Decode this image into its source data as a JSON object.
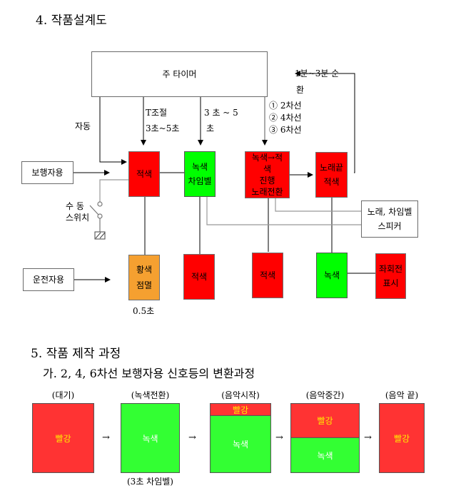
{
  "section4": {
    "title": "4. 작품설계도"
  },
  "diagram": {
    "main_timer": "주 타이머",
    "loop_label_1": "1분~3분 순",
    "loop_label_2": "환",
    "auto_label": "자동",
    "t_adjust_1": "T조절",
    "t_adjust_2": "3초~5초",
    "sec_label_1": "3 초 ~ 5",
    "sec_label_2": "초",
    "lanes": [
      "① 2차선",
      "② 4차선",
      "③ 6차선"
    ],
    "pedestrian": "보행자용",
    "driver": "운전자용",
    "manual_switch_1": "수 동",
    "manual_switch_2": "스위치",
    "red_box": "적색",
    "green_chime_1": "녹색",
    "green_chime_2": "차임벨",
    "transition_1": "녹색→적",
    "transition_2": "색",
    "transition_3": "진행",
    "transition_4": "노래전환",
    "song_end_1": "노래끝",
    "song_end_2": "적색",
    "speaker_1": "노래, 차임벨",
    "speaker_2": "스피커",
    "yellow_1": "황색",
    "yellow_2": "점멸",
    "yellow_time": "0.5초",
    "red_bottom_1": "적색",
    "red_bottom_2": "적색",
    "green_bottom": "녹색",
    "left_turn_1": "좌회전",
    "left_turn_2": "표시"
  },
  "section5": {
    "title": "5. 작품 제작 과정",
    "subtitle": "가. 2, 4, 6차선 보행자용 신호등의 변환과정"
  },
  "stages": [
    {
      "caption": "(대기)",
      "top": "빨강",
      "bottom": null,
      "red_fraction": 1.0
    },
    {
      "caption": "(녹색전환)",
      "top": null,
      "bottom": "녹색",
      "red_fraction": 0.0,
      "note": "(3초 차임벨)"
    },
    {
      "caption": "(음악시작)",
      "top": "빨강",
      "bottom": "녹색",
      "red_fraction": 0.18
    },
    {
      "caption": "(음악중간)",
      "top": "빨강",
      "bottom": "녹색",
      "red_fraction": 0.5
    },
    {
      "caption": "(음악 끝)",
      "top": "빨강",
      "bottom": null,
      "red_fraction": 1.0
    }
  ],
  "arrow_glyph": "→",
  "colors": {
    "red": "#ff0000",
    "green": "#00ff00",
    "orange": "#f5a030",
    "stage_red": "#ff3333",
    "stage_green": "#33ff33",
    "text_yellow": "#ffee00"
  }
}
